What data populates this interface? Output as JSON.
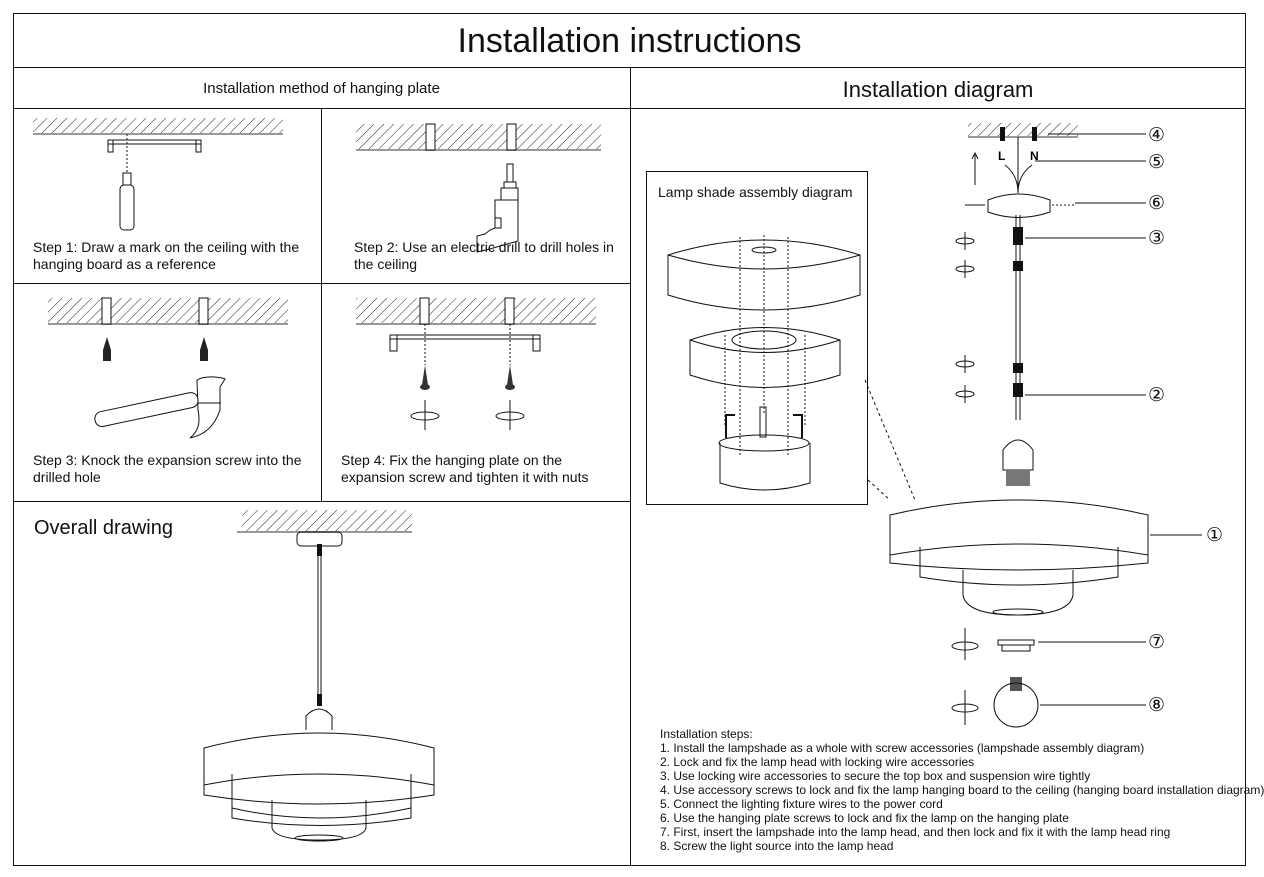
{
  "title": "Installation instructions",
  "left_panel": {
    "heading": "Installation method of hanging plate",
    "steps": [
      {
        "label": "Step 1: Draw a mark on the ceiling with the hanging board as a reference",
        "illustration": "pencil-marking-icon"
      },
      {
        "label": "Step 2: Use an electric drill to drill holes in the ceiling",
        "illustration": "electric-drill-icon"
      },
      {
        "label": "Step 3: Knock the expansion screw into the drilled hole",
        "illustration": "hammer-icon"
      },
      {
        "label": "Step 4: Fix the hanging plate on the expansion screw and tighten it with nuts",
        "illustration": "screw-rotate-icon"
      }
    ],
    "overall_drawing_label": "Overall drawing"
  },
  "right_panel": {
    "heading": "Installation diagram",
    "assembly_box_label": "Lamp shade assembly diagram",
    "wire_labels": {
      "live": "L",
      "neutral": "N"
    },
    "callouts": [
      "①",
      "②",
      "③",
      "④",
      "⑤",
      "⑥",
      "⑦",
      "⑧"
    ],
    "installation_steps_title": "Installation steps:",
    "installation_steps": [
      "1. Install the lampshade as a whole with screw accessories (lampshade assembly diagram)",
      "2. Lock and fix the lamp head with locking wire accessories",
      "3. Use locking wire accessories to secure the top box and suspension wire tightly",
      "4. Use accessory screws to lock and fix the lamp hanging board to the ceiling (hanging board installation diagram)",
      "5. Connect the lighting fixture wires to the power cord",
      "6. Use the hanging plate screws to lock and fix the lamp on the hanging plate",
      "7. First, insert the lampshade into the lamp head, and then lock and fix it with the lamp head ring",
      "8. Screw the light source into the lamp head"
    ]
  },
  "colors": {
    "line": "#111111",
    "background": "#ffffff"
  }
}
